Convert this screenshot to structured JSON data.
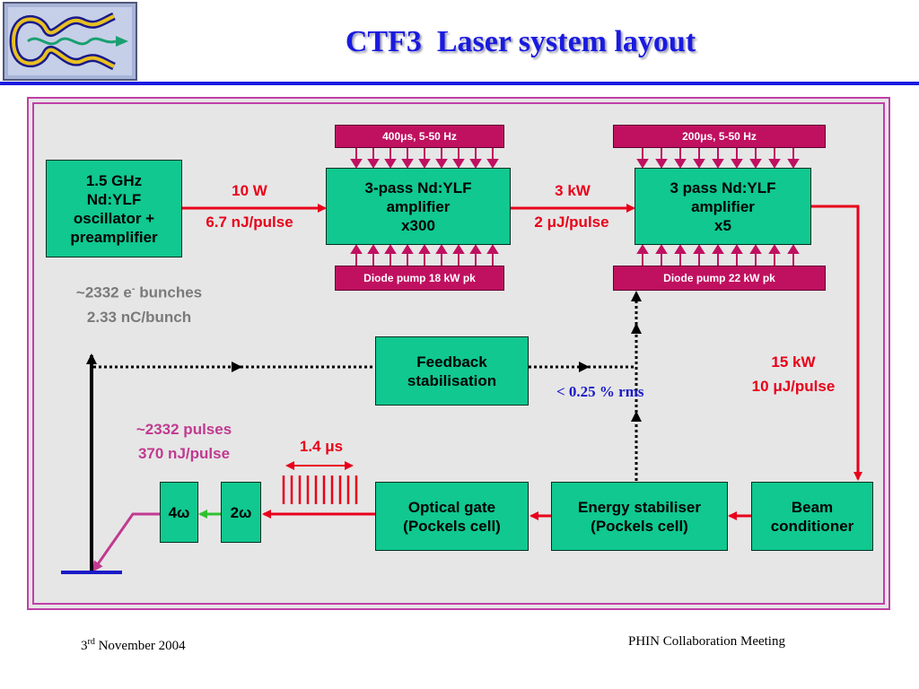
{
  "title": "CTF3  Laser system layout",
  "logo_icon": "ctf3-logo",
  "boxes": {
    "oscillator": "1.5 GHz\nNd:YLF\noscillator +\npreamplifier",
    "amp1": "3-pass Nd:YLF\namplifier\nx300",
    "amp2": "3 pass Nd:YLF\namplifier\nx5",
    "feedback": "Feedback\nstabilisation",
    "optical_gate": "Optical gate\n(Pockels cell)",
    "energy_stab": "Energy stabiliser\n(Pockels cell)",
    "beam_cond": "Beam\nconditioner",
    "harm2_num": "2",
    "harm2_sym": "ω",
    "harm4_num": "4",
    "harm4_sym": "ω"
  },
  "pump_bars": {
    "amp1_top": {
      "pre": "400 ",
      "mu": "μ",
      "post": "s, 5-50 Hz"
    },
    "amp2_top": {
      "pre": "200 ",
      "mu": "μ",
      "post": "s, 5-50 Hz"
    },
    "amp1_bottom": "Diode pump 18 kW pk",
    "amp2_bottom": "Diode pump 22 kW pk"
  },
  "labels": {
    "osc_power": "10 W",
    "osc_energy": "6.7 nJ/pulse",
    "amp1_power": "3 kW",
    "amp1_energy_num": "2 ",
    "amp1_energy_mu": "μ",
    "amp1_energy_post": "J/pulse",
    "amp2_power": "15 kW",
    "amp2_energy_num": "10 ",
    "amp2_energy_mu": "μ",
    "amp2_energy_post": "J/pulse",
    "bunches_tilde": "~",
    "bunches_pre": "2332 e",
    "bunches_sup": "-",
    "bunches_post": " bunches",
    "charge": "2.33 nC/bunch",
    "pulses_tilde": "~",
    "pulses_count": "2332 pulses",
    "pulse_energy": "370 nJ/pulse",
    "gate_width_pre": "1.4 ",
    "gate_width_mu": "μ",
    "gate_width_post": "s",
    "stability": "< 0.25 % rms"
  },
  "footer": {
    "date_day": "3",
    "date_sup": "rd",
    "date_rest": " November 2004",
    "meeting": "PHIN Collaboration Meeting"
  },
  "colors": {
    "title": "#1a1ae0",
    "box_fill": "#10c890",
    "pump_bar": "#c01060",
    "arrow_red": "#e8001a",
    "arrow_pink": "#c03a90",
    "arrow_green": "#30c030",
    "frame": "#c040a8"
  }
}
